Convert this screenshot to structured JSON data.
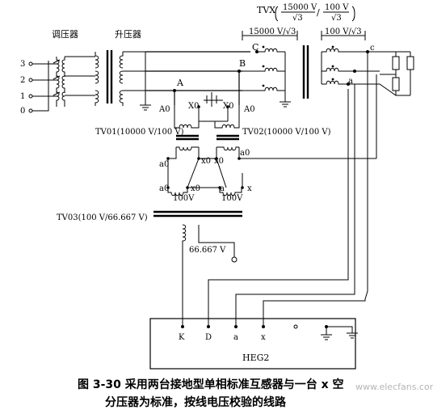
{
  "labels": {
    "regulator": "调压器",
    "stepup": "升压器",
    "tap3": "3",
    "tap2": "2",
    "tap1": "1",
    "tap0": "0",
    "tvx_prefix": "TVX",
    "tvx_num1": "15000 V",
    "tvx_den1": "√3",
    "tvx_num2": "100 V",
    "tvx_den2": "√3",
    "tvx_slash": "/",
    "primary_voltage": "15000 V/√3",
    "secondary_voltage": "100 V/√3",
    "node_a_upper": "A",
    "node_b_upper": "B",
    "node_c_upper": "C",
    "node_a_lower": "a",
    "node_c_lower": "c",
    "a0_left": "A0",
    "x0_left": "X0",
    "x0_right": "X0",
    "a0_right": "A0",
    "tv01": "TV01(10000 V/100 V)",
    "tv02": "TV02(10000 V/100 V)",
    "x0_a": "x0",
    "x0_b": "x0",
    "a0_l": "a0",
    "a0_r": "a0",
    "a0_l2": "a0",
    "x0_c": "x0",
    "a_sm": "a",
    "x_sm": "x",
    "v100_left": "100V",
    "v100_right": "100V",
    "tv03": "TV03(100 V/66.667 V)",
    "v66": "66.667 V",
    "term_k": "K",
    "term_d": "D",
    "term_a": "a",
    "term_x": "x",
    "heg": "HEG2",
    "caption_line1": "图 3-30    采用两台接地型单相标准互感器与一台 x 空",
    "caption_line2": "分压器为标准，按线电压校验的线路",
    "watermark": "www.elecfans.com"
  }
}
